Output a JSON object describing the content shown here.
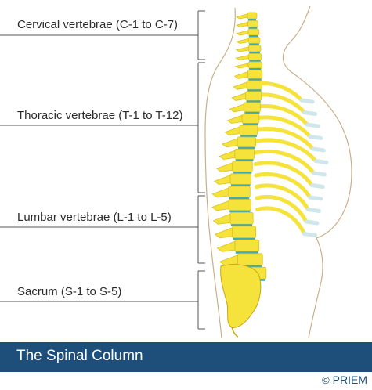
{
  "labels": {
    "cervical": "Cervical vertebrae (C-1 to C-7)",
    "thoracic": "Thoracic vertebrae (T-1 to T-12)",
    "lumbar": "Lumbar vertebrae (L-1 to L-5)",
    "sacrum": "Sacrum (S-1 to S-5)"
  },
  "title": "The Spinal Column",
  "credit": {
    "symbol": "©",
    "brand": "PRIEM"
  },
  "colors": {
    "bone": "#f5e33b",
    "bone_shadow": "#d9c21c",
    "disc": "#3fa9b5",
    "rib_cartilage": "#cfe6ea",
    "leader_line": "#555555",
    "body_outline": "#c9b08a",
    "title_bar": "#1d4f7a"
  }
}
